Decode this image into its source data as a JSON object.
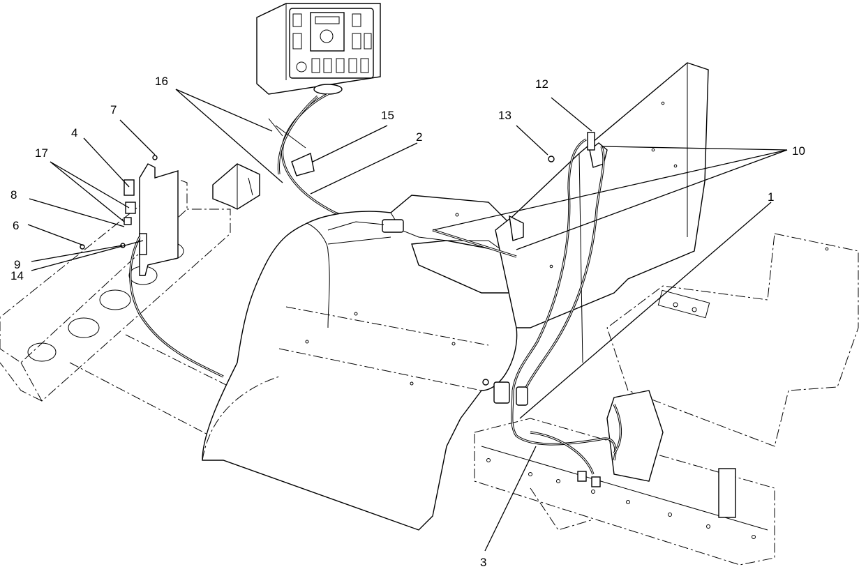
{
  "callouts": {
    "c1": "1",
    "c2": "2",
    "c3": "3",
    "c4": "4",
    "c6": "6",
    "c7": "7",
    "c8": "8",
    "c9": "9",
    "c10": "10",
    "c12": "12",
    "c13": "13",
    "c14": "14",
    "c15": "15",
    "c16": "16",
    "c17": "17"
  }
}
